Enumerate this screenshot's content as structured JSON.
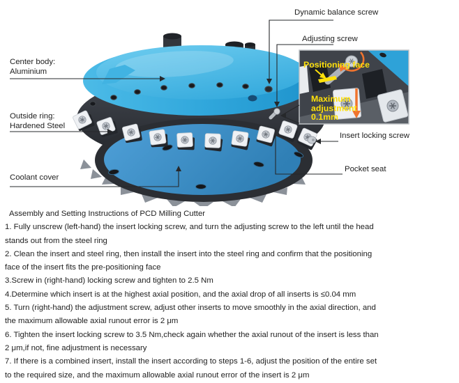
{
  "figure": {
    "callouts": {
      "dynamic_balance_screw": "Dynamic balance screw",
      "adjusting_screw": "Adjusting screw",
      "center_body": [
        "Center body:",
        "Aluminium"
      ],
      "outside_ring": [
        "Outside ring:",
        "Hardened Steel"
      ],
      "coolant_cover": "Coolant cover",
      "insert_locking_screw": "Insert locking screw",
      "pocket_seat": "Pocket seat"
    },
    "inset": {
      "positioning_face_label": "Positioning face",
      "max_adjustment_lines": [
        "Maximum",
        "adjustment",
        "0.1mm"
      ],
      "annotation_yellow": "#FFE10A",
      "annotation_orange": "#F0742E"
    },
    "colors": {
      "body_blue": "#33A9DC",
      "body_blue_light": "#5FC6EC",
      "steel_ring_dark": "#35383F",
      "coolant_cover_blue": "#4496CF",
      "insert_white": "#EFF1F4"
    }
  },
  "instructions": {
    "title": "Assembly and Setting Instructions of PCD Milling Cutter",
    "lines": [
      "1. Fully unscrew (left-hand) the insert locking screw, and turn the adjusting screw to the left until the head",
      "stands out from the steel ring",
      "2. Clean the insert and steel ring, then install the insert into the steel ring and confirm that the positioning",
      "face of the insert fits the pre-positioning face",
      "3.Screw in (right-hand) locking screw and tighten to 2.5 Nm",
      "4.Determine which insert is at the highest axial position, and the axial drop of all inserts is ≤0.04 mm",
      "5. Turn (right-hand) the adjustment screw, adjust other inserts to move smoothly in the axial direction, and",
      "the maximum allowable axial runout error is 2 μm",
      "6. Tighten the insert locking screw to 3.5 Nm,check again whether the axial runout of the insert is less than",
      "2 μm,if not, fine adjustment is necessary",
      "7. If there is a combined insert, install the insert according to steps 1-6, adjust the position of the entire set",
      "to the required size, and the maximum allowable axial runout error of the insert is 2 μm"
    ]
  }
}
